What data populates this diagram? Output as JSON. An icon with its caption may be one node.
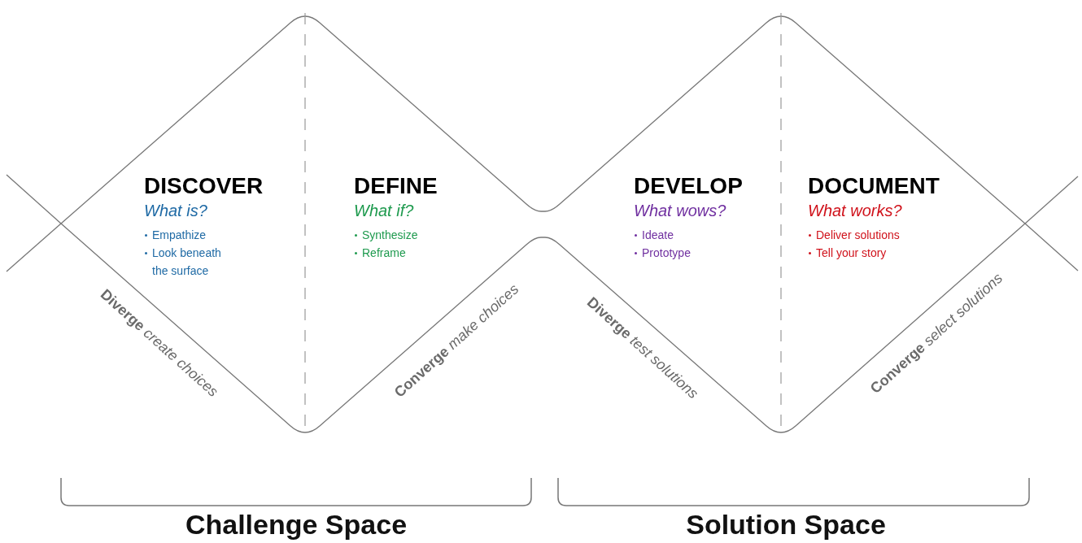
{
  "diagram": {
    "nodes": [
      {
        "text": [],
        "shape": "diamond"
      },
      {
        "text": [],
        "shape": "diamond"
      },
      {
        "text": [
          "DISCOVER",
          "What is?",
          "Empathize",
          "Look beneath the surface"
        ],
        "in": 0
      },
      {
        "text": [
          "DEFINE",
          "What if?",
          "Synthesize",
          "Reframe"
        ],
        "in": 0
      },
      {
        "text": [
          "DEVELOP",
          "What wows?",
          "Ideate",
          "Prototype"
        ],
        "in": 1
      },
      {
        "text": [
          "DOCUMENT",
          "What works?",
          "Deliver solutions",
          "Tell your story"
        ],
        "in": 1
      }
    ],
    "labels": [
      "**Diverge** *create choices*",
      "**Converge** *make choices*",
      "**Diverge** *test solutions*",
      "**Converge** *select solutions*",
      "Challenge Space",
      "Solution Space"
    ]
  }
}
